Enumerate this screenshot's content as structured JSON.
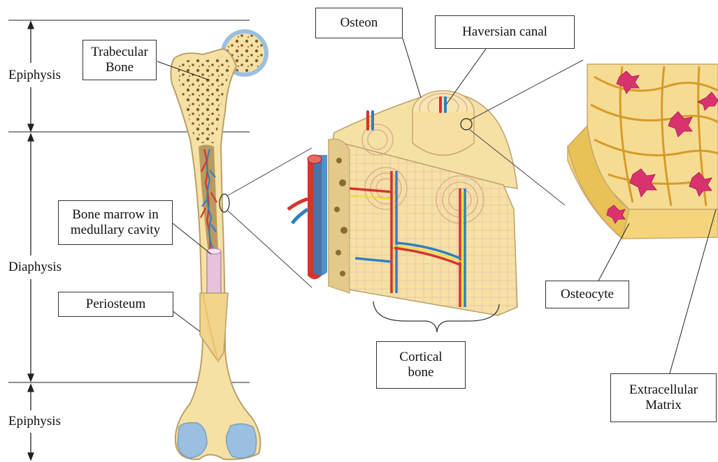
{
  "regions": {
    "epiphysis_top": "Epiphysis",
    "diaphysis": "Diaphysis",
    "epiphysis_bottom": "Epiphysis"
  },
  "callouts": {
    "trabecular_bone": [
      "Trabecular",
      "Bone"
    ],
    "bone_marrow": [
      "Bone marrow in",
      "medullary cavity"
    ],
    "periosteum": [
      "Periosteum"
    ],
    "osteon": [
      "Osteon"
    ],
    "haversian_canal": [
      "Haversian canal"
    ],
    "cortical_bone": [
      "Cortical",
      "bone"
    ],
    "osteocyte": [
      "Osteocyte"
    ],
    "extracellular_matrix": [
      "Extracellular",
      "Matrix"
    ]
  },
  "colors": {
    "bone": "#f6e1a4",
    "bone_outline": "#b9a06a",
    "spongy_dots": "#7a5a2a",
    "artery": "#d7332b",
    "vein": "#2f7fc2",
    "nerve": "#f1de2f",
    "cartilage": "#9bbfe0",
    "marrow": "#e7c2dc",
    "osteocyte": "#d9336f"
  }
}
